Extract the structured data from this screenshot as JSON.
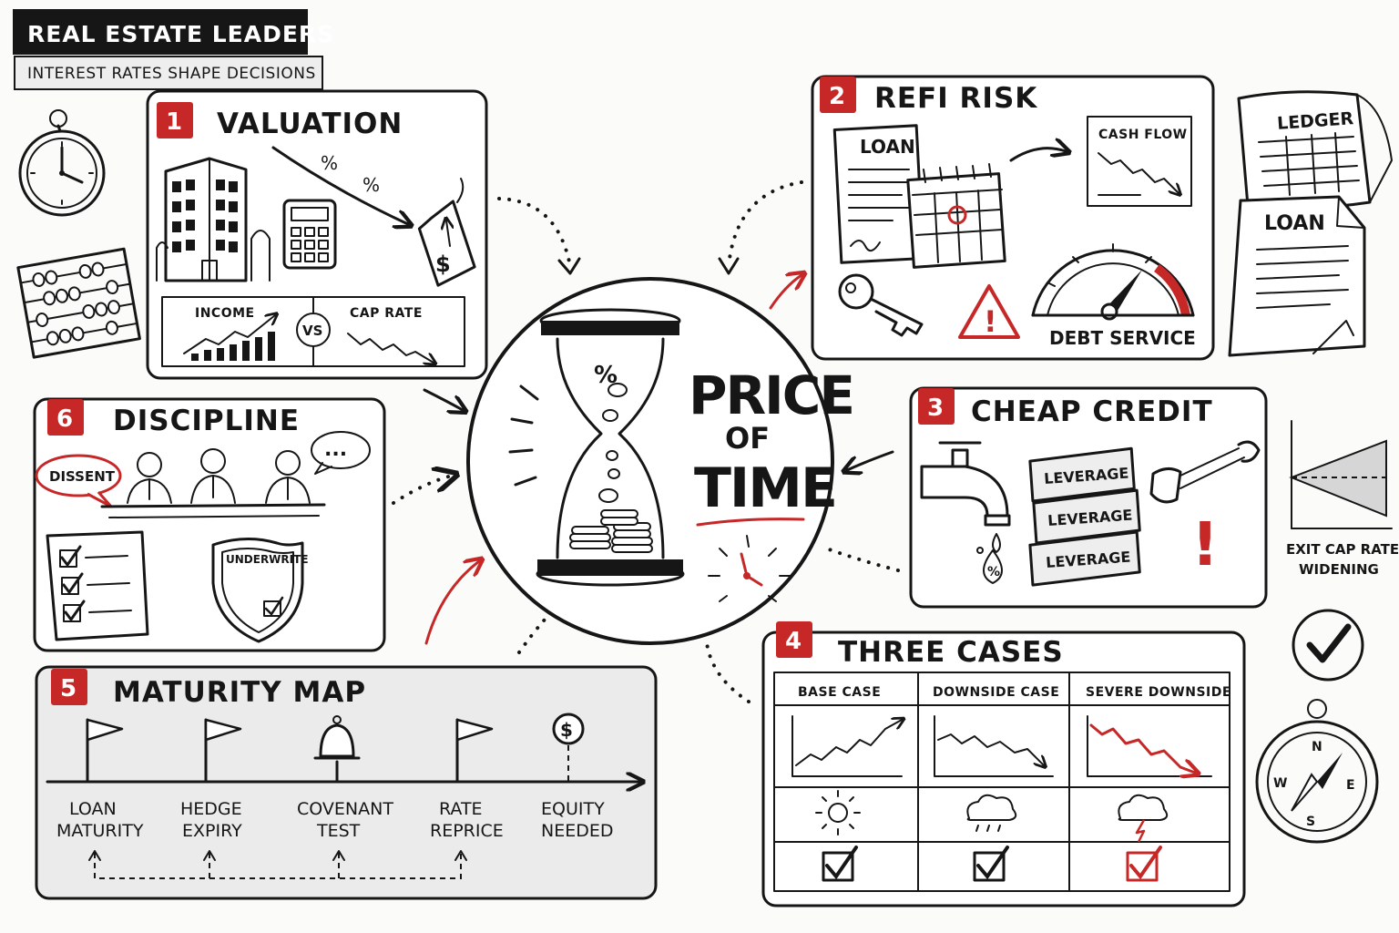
{
  "header": {
    "title": "REAL ESTATE LEADERS",
    "subtitle": "INTEREST RATES SHAPE DECISIONS"
  },
  "center": {
    "line1": "PRICE",
    "line2": "OF",
    "line3": "TIME",
    "hourglass_symbol": "%"
  },
  "cards": {
    "valuation": {
      "number": "1",
      "title": "VALUATION",
      "income_label": "INCOME",
      "vs_label": "VS",
      "cap_rate_label": "CAP RATE",
      "pct_symbol": "%",
      "dollar_symbol": "$"
    },
    "refi_risk": {
      "number": "2",
      "title": "REFI RISK",
      "loan_label": "LOAN",
      "cash_flow_label": "CASH FLOW",
      "debt_service_label": "DEBT SERVICE",
      "warning_symbol": "!"
    },
    "cheap_credit": {
      "number": "3",
      "title": "CHEAP CREDIT",
      "leverage_blocks": [
        "LEVERAGE",
        "LEVERAGE",
        "LEVERAGE"
      ],
      "pct_symbol": "%",
      "alert_symbol": "!"
    },
    "three_cases": {
      "number": "4",
      "title": "THREE CASES",
      "columns": [
        "BASE CASE",
        "DOWNSIDE CASE",
        "SEVERE DOWNSIDE"
      ]
    },
    "maturity_map": {
      "number": "5",
      "title": "MATURITY MAP",
      "milestones": [
        {
          "line1": "LOAN",
          "line2": "MATURITY"
        },
        {
          "line1": "HEDGE",
          "line2": "EXPIRY"
        },
        {
          "line1": "COVENANT",
          "line2": "TEST"
        },
        {
          "line1": "RATE",
          "line2": "REPRICE"
        },
        {
          "line1": "EQUITY",
          "line2": "NEEDED"
        }
      ],
      "dollar_symbol": "$"
    },
    "discipline": {
      "number": "6",
      "title": "DISCIPLINE",
      "dissent_label": "DISSENT",
      "speech_label": "...",
      "shield_label": "UNDERWRITE"
    }
  },
  "side": {
    "ledger_label": "LEDGER",
    "loan_label": "LOAN",
    "exit_line1": "EXIT CAP RATE",
    "exit_line2": "WIDENING",
    "compass": {
      "n": "N",
      "s": "S",
      "e": "E",
      "w": "W"
    }
  },
  "colors": {
    "ink": "#161616",
    "accent_red": "#c62828",
    "paper": "#fbfbfa",
    "panel_grey": "#ebebeb"
  }
}
